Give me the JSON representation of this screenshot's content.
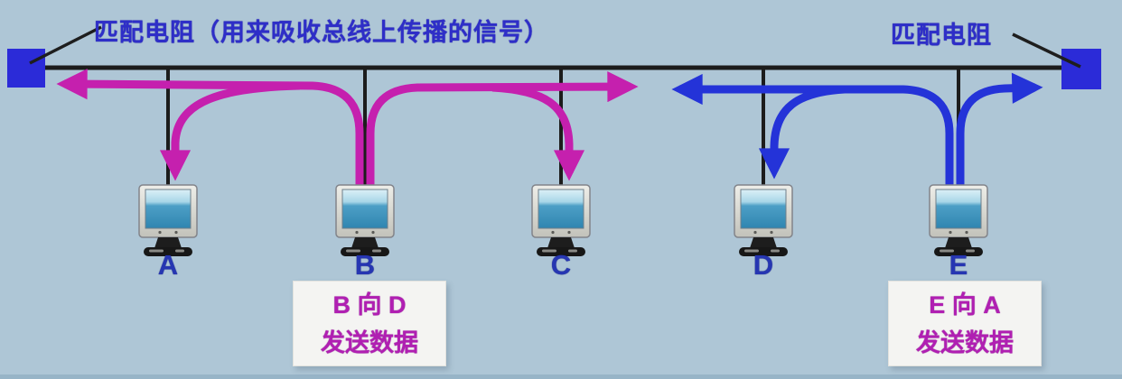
{
  "labels": {
    "terminator_left": "匹配电阻（用来吸收总线上传播的信号）",
    "terminator_right": "匹配电阻"
  },
  "nodes": [
    {
      "id": "A",
      "label": "A"
    },
    {
      "id": "B",
      "label": "B"
    },
    {
      "id": "C",
      "label": "C"
    },
    {
      "id": "D",
      "label": "D"
    },
    {
      "id": "E",
      "label": "E"
    }
  ],
  "messages": [
    {
      "line1": "B 向 D",
      "line2": "发送数据"
    },
    {
      "line1": "E 向 A",
      "line2": "发送数据"
    }
  ],
  "icons": {
    "computer": "desktop-monitor-icon",
    "terminator": "matching-resistor-square"
  },
  "colors": {
    "background": "#aec6d6",
    "bus_line": "#1c1c1c",
    "terminator": "#2b2bd8",
    "terminator_label_text": "#2e2ec8",
    "node_label_text": "#2636b2",
    "magenta_arrow": "#c520ae",
    "blue_arrow": "#2433d8",
    "message_box_bg": "#f4f4f2",
    "message_box_text": "#b01fb2"
  }
}
